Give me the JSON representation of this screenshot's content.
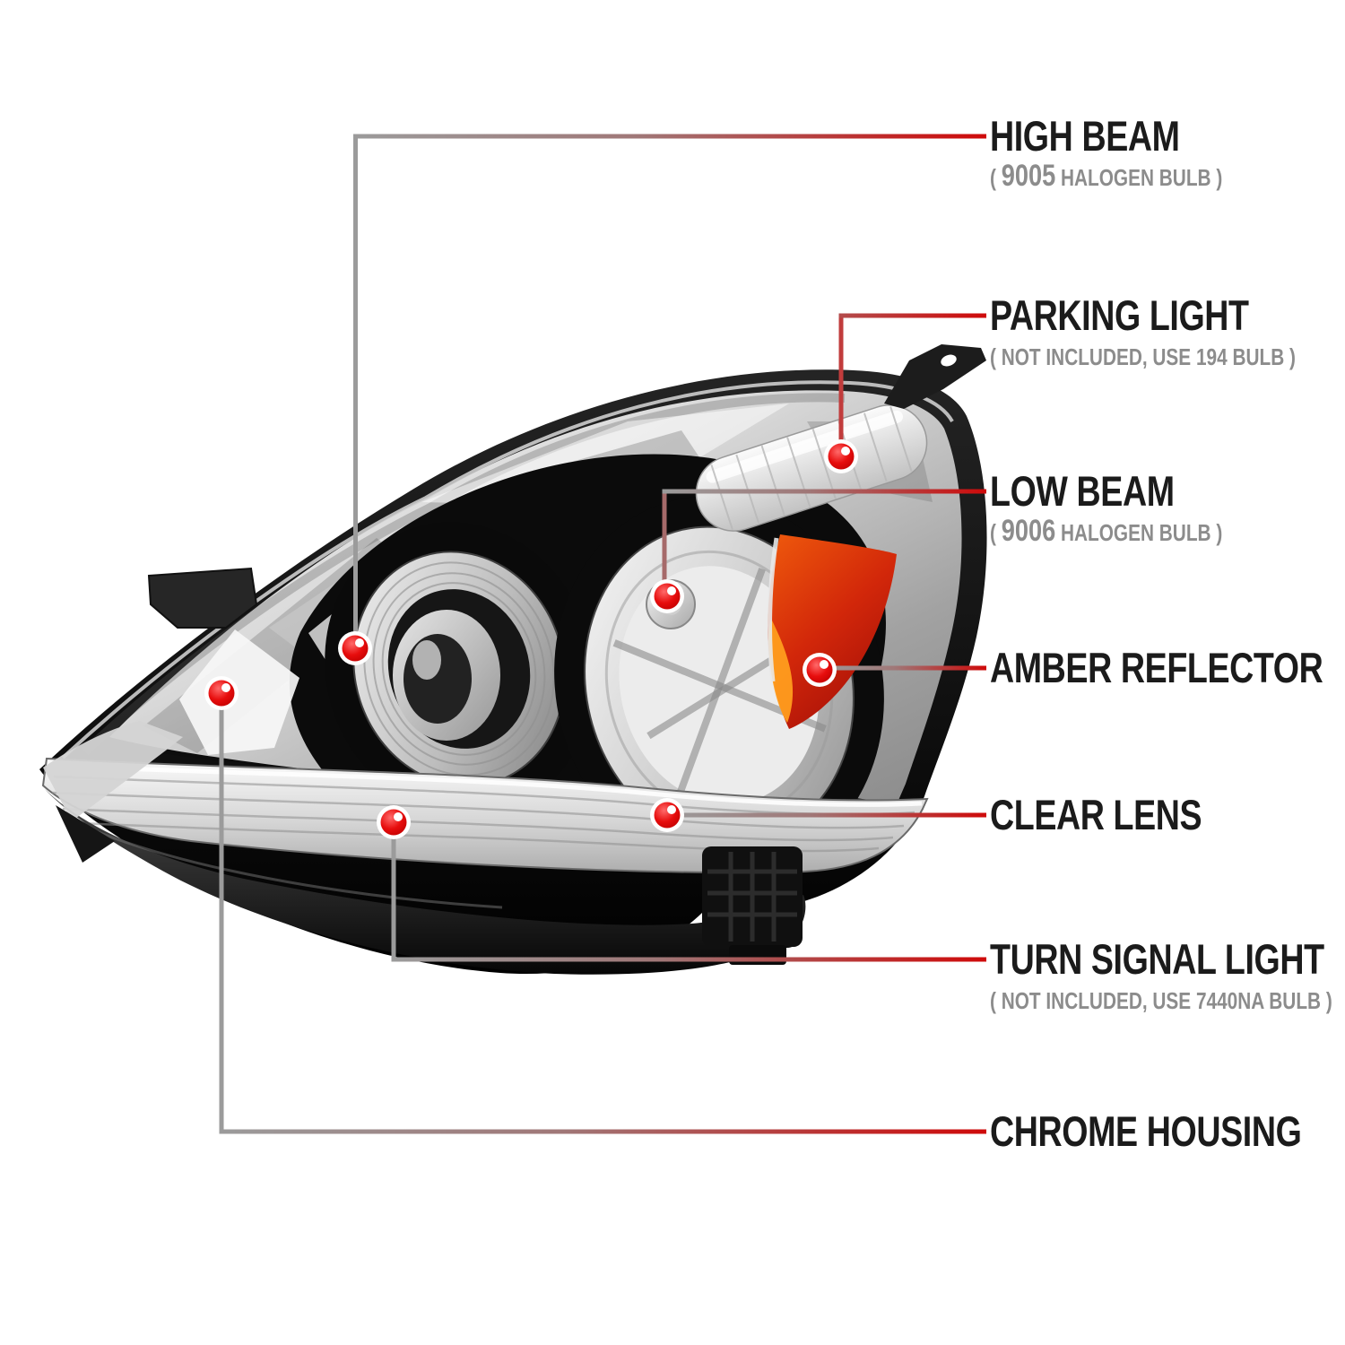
{
  "diagram": {
    "subject": "headlight-assembly-callout-diagram",
    "background": "#ffffff",
    "callouts": [
      {
        "id": "high-beam",
        "title": "HIGH BEAM",
        "sub_pre": "( ",
        "sub_big": "9005",
        "sub_post": " HALOGEN BULB )"
      },
      {
        "id": "parking-light",
        "title": "PARKING LIGHT",
        "sub_pre": "( NOT INCLUDED, USE 194 BULB )",
        "sub_big": "",
        "sub_post": ""
      },
      {
        "id": "low-beam",
        "title": "LOW BEAM",
        "sub_pre": "( ",
        "sub_big": "9006",
        "sub_post": " HALOGEN BULB )"
      },
      {
        "id": "amber-reflector",
        "title": "AMBER REFLECTOR",
        "sub_pre": "",
        "sub_big": "",
        "sub_post": ""
      },
      {
        "id": "clear-lens",
        "title": "CLEAR LENS",
        "sub_pre": "",
        "sub_big": "",
        "sub_post": ""
      },
      {
        "id": "turn-signal-light",
        "title": "TURN SIGNAL LIGHT",
        "sub_pre": "( NOT INCLUDED, USE 7440NA BULB )",
        "sub_big": "",
        "sub_post": ""
      },
      {
        "id": "chrome-housing",
        "title": "CHROME HOUSING",
        "sub_pre": "",
        "sub_big": "",
        "sub_post": ""
      }
    ],
    "colors": {
      "title_text": "#1b1b1b",
      "subtitle_text": "#8c8c8c",
      "leader_gray": "#9b9b9b",
      "leader_red": "#cf0a0a",
      "marker_red": "#e70d0d",
      "marker_ring": "#ffffff",
      "amber_reflector": "#d2270a",
      "housing_black": "#0a0a0a",
      "chrome_silver": "#c9c9c9"
    }
  }
}
